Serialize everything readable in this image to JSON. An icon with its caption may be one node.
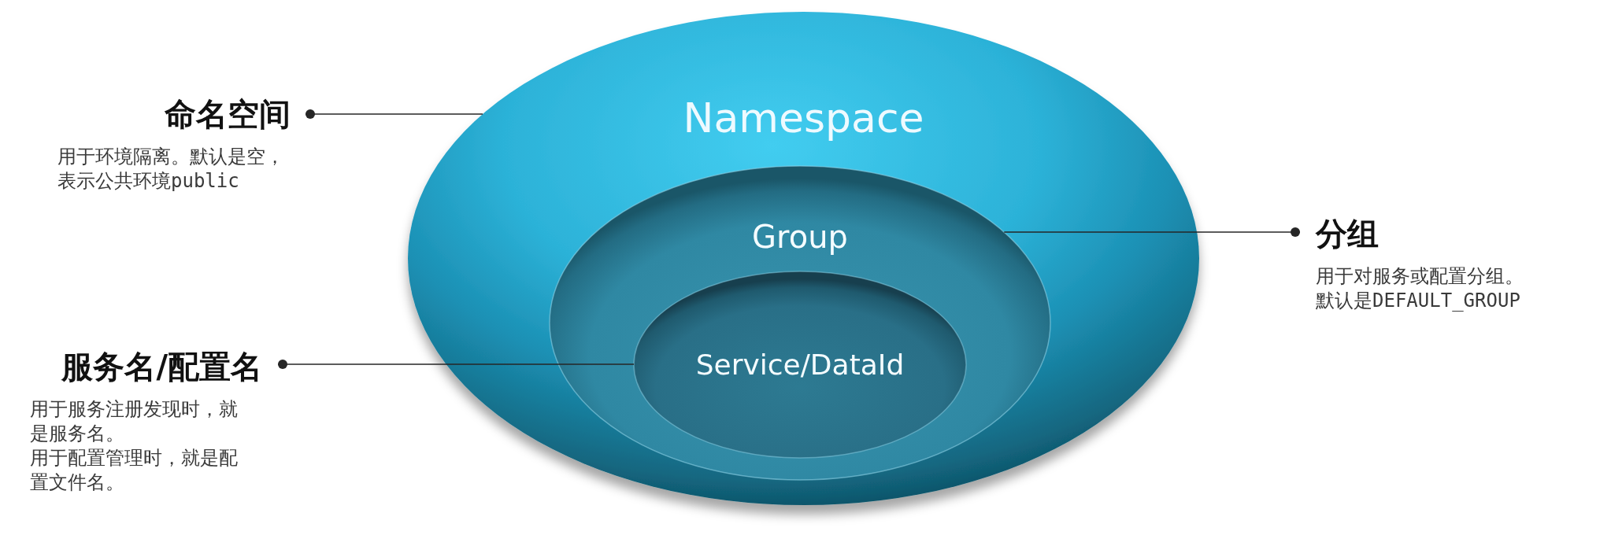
{
  "diagram": {
    "nodes": [
      {
        "text": [
          "Namespace"
        ]
      },
      {
        "text": [
          "Group"
        ],
        "in": 0
      },
      {
        "text": [
          "Service/DataId"
        ],
        "in": 1
      },
      {
        "text": [
          "命名空间",
          "用于环境隔离。默认是空，表示公共环境public"
        ]
      },
      {
        "text": [
          "分组",
          "用于对服务或配置分组。默认是DEFAULT_GROUP"
        ]
      },
      {
        "text": [
          "服务名/配置名",
          "用于服务注册发现时，就是服务名。",
          "用于配置管理时，就是配置文件名。"
        ]
      }
    ],
    "edges": [
      {
        "from": 3,
        "to": 0,
        "arrow": "other"
      },
      {
        "from": 4,
        "to": 1,
        "arrow": "other"
      },
      {
        "from": 5,
        "to": 2,
        "arrow": "other"
      }
    ]
  }
}
